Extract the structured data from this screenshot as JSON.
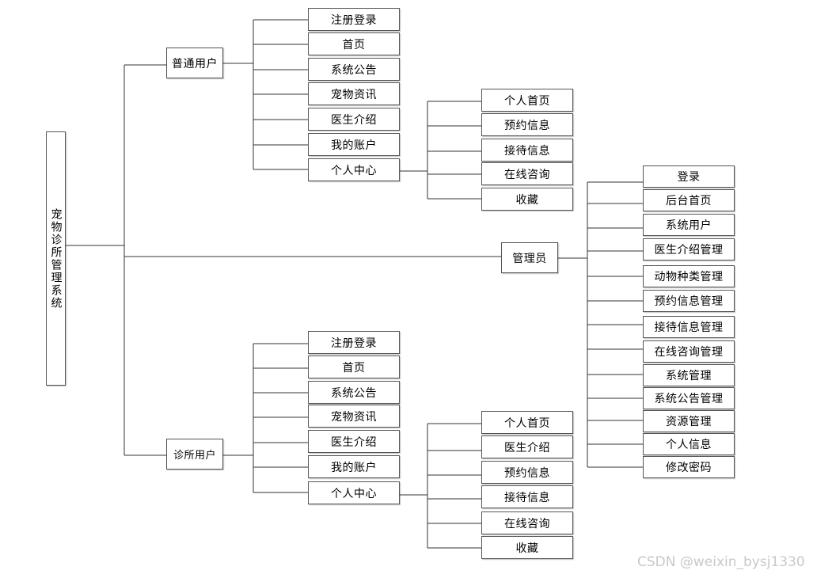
{
  "root": "宠物诊所管理系统",
  "user": {
    "label": "普通用户",
    "items": [
      "注册登录",
      "首页",
      "系统公告",
      "宠物资讯",
      "医生介绍",
      "我的账户",
      "个人中心"
    ],
    "center": [
      "个人首页",
      "预约信息",
      "接待信息",
      "在线咨询",
      "收藏"
    ]
  },
  "clinic": {
    "label": "诊所用户",
    "items": [
      "注册登录",
      "首页",
      "系统公告",
      "宠物资讯",
      "医生介绍",
      "我的账户",
      "个人中心"
    ],
    "center": [
      "个人首页",
      "医生介绍",
      "预约信息",
      "接待信息",
      "在线咨询",
      "收藏"
    ]
  },
  "admin": {
    "label": "管理员",
    "items": [
      "登录",
      "后台首页",
      "系统用户",
      "医生介绍管理",
      "动物种类管理",
      "预约信息管理",
      "接待信息管理",
      "在线咨询管理",
      "系统管理",
      "系统公告管理",
      "资源管理",
      "个人信息",
      "修改密码"
    ]
  },
  "watermark": "CSDN @weixin_bysj1330",
  "colors": {
    "line": "#333333",
    "border": "#555555",
    "watermark": "#c8c8c8"
  }
}
